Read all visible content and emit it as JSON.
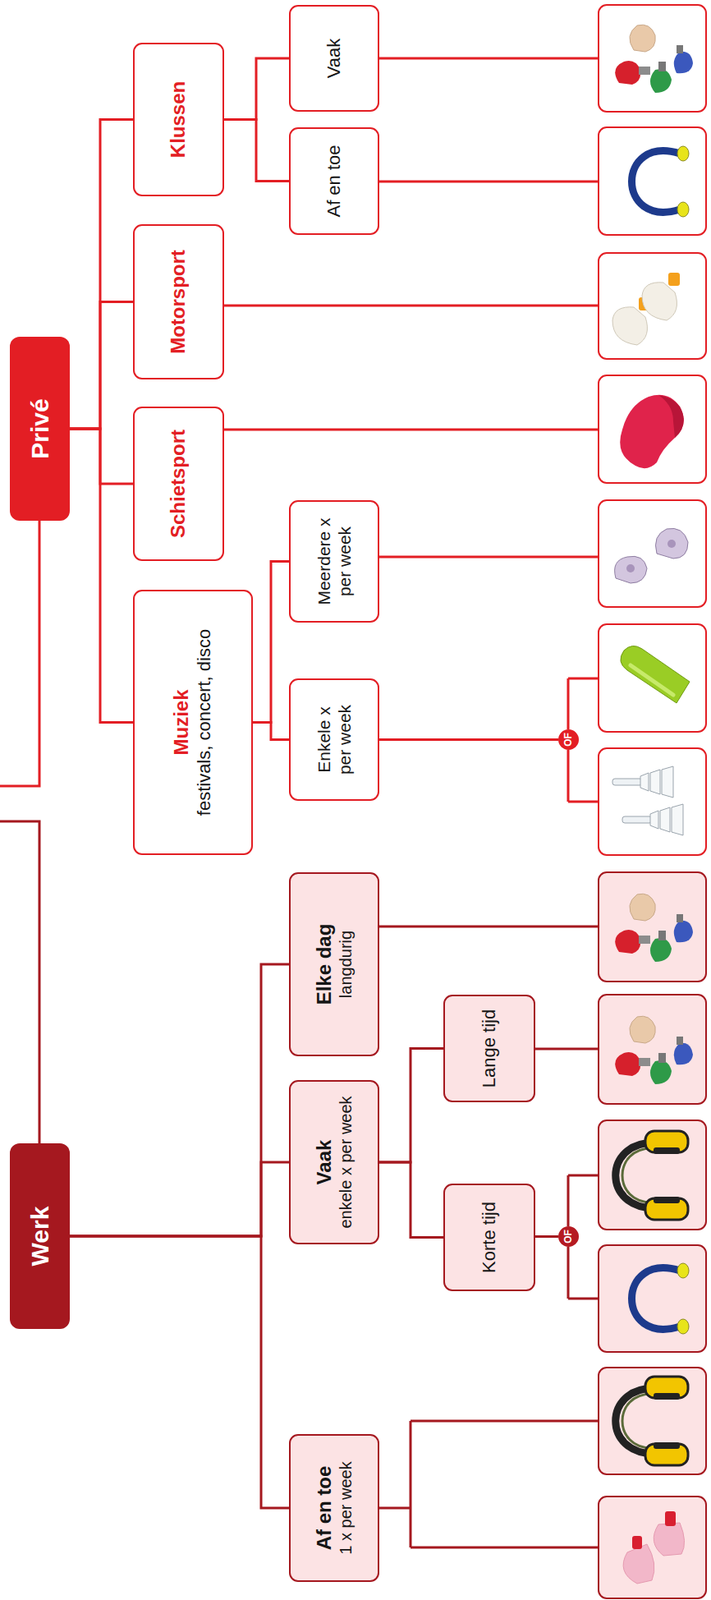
{
  "diagram": {
    "nodes": [
      {
        "text": [
          "Werk"
        ]
      },
      {
        "text": [
          "Af en toe",
          "1 x per week"
        ]
      },
      {
        "text": [
          "Vaak",
          "enkele x per week"
        ]
      },
      {
        "text": [
          "Korte tijd"
        ]
      },
      {
        "text": [
          "OF"
        ]
      },
      {
        "text": [
          "Lange tijd"
        ]
      },
      {
        "text": [
          "Elke dag",
          "langdurig"
        ]
      },
      {
        "text": [
          "Privé"
        ]
      },
      {
        "text": [
          "Muziek",
          "festivals, concert, disco"
        ]
      },
      {
        "text": [
          "Enkele x per week"
        ]
      },
      {
        "text": [
          "OF"
        ]
      },
      {
        "text": [
          "Meerdere x per week"
        ]
      },
      {
        "text": [
          "Schietsport"
        ]
      },
      {
        "text": [
          "Motorsport"
        ]
      },
      {
        "text": [
          "Klussen"
        ]
      },
      {
        "text": [
          "Af en toe"
        ]
      },
      {
        "text": [
          "Vaak"
        ]
      }
    ],
    "edges": [
      {
        "from": 0,
        "to": 1,
        "arrow": "none"
      },
      {
        "from": 0,
        "to": 2,
        "arrow": "none"
      },
      {
        "from": 0,
        "to": 6,
        "arrow": "none"
      },
      {
        "from": 2,
        "to": 3,
        "arrow": "none"
      },
      {
        "from": 2,
        "to": 5,
        "arrow": "none"
      },
      {
        "from": 3,
        "to": 4,
        "arrow": "none"
      },
      {
        "from": 7,
        "to": 8,
        "arrow": "none"
      },
      {
        "from": 7,
        "to": 12,
        "arrow": "none"
      },
      {
        "from": 7,
        "to": 13,
        "arrow": "none"
      },
      {
        "from": 7,
        "to": 14,
        "arrow": "none"
      },
      {
        "from": 8,
        "to": 9,
        "arrow": "none"
      },
      {
        "from": 8,
        "to": 11,
        "arrow": "none"
      },
      {
        "from": 9,
        "to": 10,
        "arrow": "none"
      },
      {
        "from": 14,
        "to": 15,
        "arrow": "none"
      },
      {
        "from": 14,
        "to": 16,
        "arrow": "none"
      }
    ]
  }
}
